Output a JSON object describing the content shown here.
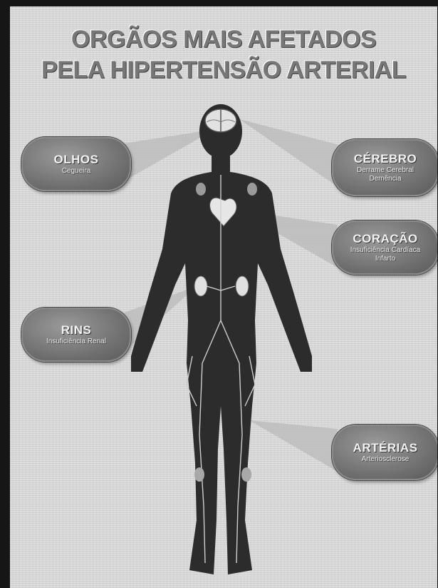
{
  "title": {
    "line1": "ORGÃOS MAIS AFETADOS",
    "line2": "PELA HIPERTENSÃO ARTERIAL"
  },
  "callouts": {
    "olhos": {
      "title": "OLHOS",
      "subtitle": "Cegueira"
    },
    "cerebro": {
      "title": "CÉREBRO",
      "subtitle": "Derrame Cerebral Demência"
    },
    "coracao": {
      "title": "CORAÇÃO",
      "subtitle": "Insuficiência Cardíaca Infarto"
    },
    "rins": {
      "title": "RINS",
      "subtitle": "Insuficiência Renal"
    },
    "arterias": {
      "title": "ARTÉRIAS",
      "subtitle": "Arteriosclerose"
    }
  },
  "colors": {
    "background": "#d9d9d9",
    "body": "#2b2b2b",
    "callout": "#6f6f6f",
    "beam": "#b5b5b5",
    "frame": "#161616"
  }
}
